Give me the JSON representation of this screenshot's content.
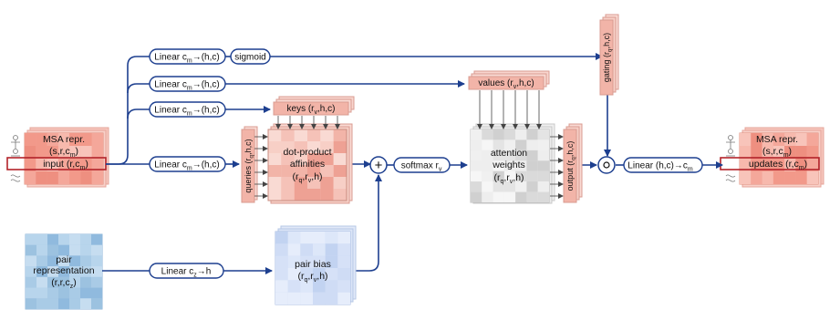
{
  "colors": {
    "edge": "#1d3f8f",
    "msa_fill": "#f4a79a",
    "pair_fill": "#a9cbe6",
    "bias_fill": "#cfdcf5",
    "attn_fill": "#d7d7d7",
    "highlight": "#b3232a"
  },
  "msa_input": {
    "line1": "MSA repr.",
    "line2": "(s,r,c",
    "line2_sub": "m",
    "line2_end": ")",
    "row_label": "input (r,c",
    "row_sub": "m",
    "row_end": ")"
  },
  "msa_output": {
    "line1": "MSA repr.",
    "line2": "(s,r,c",
    "line2_sub": "m",
    "line2_end": ")",
    "row_label": "updates (r,c",
    "row_sub": "m",
    "row_end": ")"
  },
  "pair": {
    "line1": "pair",
    "line2": "representation",
    "line3": "(r,r,c",
    "line3_sub": "z",
    "line3_end": ")"
  },
  "linears": {
    "gate": {
      "pre": "Linear c",
      "sub": "m",
      "post": "→(h,c)"
    },
    "values": {
      "pre": "Linear c",
      "sub": "m",
      "post": "→(h,c)"
    },
    "keys": {
      "pre": "Linear c",
      "sub": "m",
      "post": "→(h,c)"
    },
    "queries": {
      "pre": "Linear c",
      "sub": "m",
      "post": "→(h,c)"
    },
    "pair": {
      "pre": "Linear c",
      "sub": "z",
      "post": "→h"
    },
    "output": {
      "pre": "Linear (h,c)→c",
      "sub": "m",
      "post": ""
    }
  },
  "sigmoid": "sigmoid",
  "softmax": {
    "pre": "softmax r",
    "sub": "v"
  },
  "keys_box": {
    "pre": "keys (r",
    "sub": "v",
    "post": ",h,c)"
  },
  "values_box": {
    "pre": "values (r",
    "sub": "v",
    "post": ",h,c)"
  },
  "queries_box": {
    "pre": "queries (r",
    "sub": "q",
    "post": ",h,c)"
  },
  "gating_box": {
    "pre": "gating (r",
    "sub": "q",
    "post": ",h,c)"
  },
  "output_box": {
    "pre": "output (r",
    "sub": "q",
    "post": ",h,c)"
  },
  "affinities": {
    "line1": "dot-product",
    "line2": "affinities",
    "line3_pre": "(r",
    "line3_sub1": "q",
    "line3_mid": ",r",
    "line3_sub2": "v",
    "line3_end": ",h)"
  },
  "attention": {
    "line1": "attention",
    "line2": "weights",
    "line3_pre": "(r",
    "line3_sub1": "q",
    "line3_mid": ",r",
    "line3_sub2": "v",
    "line3_end": ",h)"
  },
  "pair_bias": {
    "line1": "pair bias",
    "line2_pre": "(r",
    "line2_sub1": "q",
    "line2_mid": ",r",
    "line2_sub2": "v",
    "line2_end": ",h)"
  },
  "ops": {
    "plus": "+",
    "gate": "∘"
  }
}
